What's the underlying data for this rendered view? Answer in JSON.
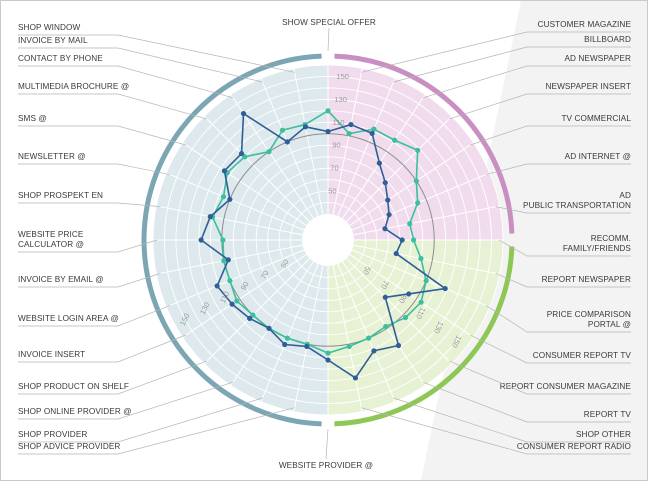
{
  "chart_data": {
    "type": "radar",
    "categories": [
      "SHOW SPECIAL OFFER",
      "CUSTOMER MAGAZINE",
      "BILLBOARD",
      "AD NEWSPAPER",
      "NEWSPAPER INSERT",
      "TV COMMERCIAL",
      "AD INTERNET @",
      "AD PUBLIC TRANSPORTATION",
      "RECOMM. FAMILY/FRIENDS",
      "REPORT NEWSPAPER",
      "PRICE COMPARISON PORTAL @",
      "CONSUMER REPORT TV",
      "REPORT CONSUMER MAGAZINE",
      "REPORT TV",
      "SHOP OTHER",
      "CONSUMER REPORT RADIO",
      "WEBSITE PROVIDER @",
      "SHOP ADVICE PROVIDER",
      "SHOP PROVIDER",
      "SHOP ONLINE PROVIDER @",
      "SHOP PRODUCT ON SHELF",
      "INVOICE INSERT",
      "WEBSITE LOGIN AREA @",
      "INVOICE BY EMAIL @",
      "WEBSITE PRICE CALCULATOR @",
      "SHOP PROSPEKT EN",
      "NEWSLETTER @",
      "SMS @",
      "MULTIMEDIA BROCHURE @",
      "CONTACT BY PHONE",
      "INVOICE BY MAIL",
      "SHOP WINDOW"
    ],
    "series": [
      {
        "values": [
          102,
          110,
          108,
          88,
          78,
          70,
          65,
          58,
          72,
          68,
          118,
          92,
          78,
          118,
          112,
          130,
          112,
          102,
          106,
          100,
          104,
          108,
          112,
          96,
          118,
          112,
          100,
          116,
          114,
          140,
          100,
          108
        ],
        "color": "#2e5f97"
      },
      {
        "values": [
          120,
          102,
          112,
          112,
          118,
          100,
          92,
          80,
          82,
          90,
          100,
          105,
          103,
          98,
          100,
          102,
          106,
          100,
          100,
          100,
          100,
          103,
          100,
          100,
          99,
          110,
          106,
          113,
          110,
          100,
          111,
          110
        ],
        "color": "#3bbf9c"
      }
    ],
    "radial_ticks": [
      50,
      70,
      90,
      110,
      130,
      150
    ],
    "rlim": [
      30,
      160
    ],
    "reference_value": 100,
    "grid": true,
    "sectors": [
      {
        "from_index": 0,
        "to_index": 8,
        "color": "#f1dcee"
      },
      {
        "from_index": 8,
        "to_index": 16,
        "color": "#e7f2d5"
      },
      {
        "from_index": 16,
        "to_index": 32,
        "color": "#dde9ec"
      }
    ],
    "arc_colors": [
      "#c98ec2",
      "#8fc757",
      "#7da6b4"
    ]
  }
}
